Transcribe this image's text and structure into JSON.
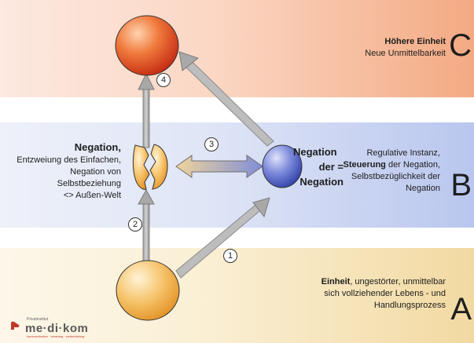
{
  "levels": {
    "c": {
      "letter": "C",
      "title": "Höhere Einheit",
      "subtitle": "Neue Unmittelbarkeit"
    },
    "b": {
      "letter": "B",
      "left_title": "Negation,",
      "left_lines": [
        "Entzweiung des Einfachen,",
        "Negation von Selbstbeziehung",
        "<> Außen-Welt"
      ],
      "center_lines": [
        "Negation",
        "der =",
        "Negation"
      ],
      "right_line1": "Regulative Instanz,",
      "right_bold": "Steuerung",
      "right_line2_rest": " der Negation,",
      "right_line3": "Selbstbezüglichkeit der",
      "right_line4": "Negation"
    },
    "a": {
      "letter": "A",
      "bold": "Einheit",
      "line1_rest": ", ungestörter, unmittelbar",
      "line2": "sich vollziehender Lebens - und",
      "line3": "Handlungsprozess"
    }
  },
  "steps": [
    "1",
    "2",
    "3",
    "4"
  ],
  "logo": {
    "small": "Privatinstitut",
    "name": "me·di·kom",
    "tag": "kommunikation · beratung · weiterbildung"
  },
  "colors": {
    "band_c": "#f3aa83",
    "band_b": "#b9c6ee",
    "band_a": "#f2d9a2",
    "sphere_top": "#e0482b",
    "sphere_blue": "#6f7fd8",
    "sphere_egg": "#f4b24a"
  }
}
